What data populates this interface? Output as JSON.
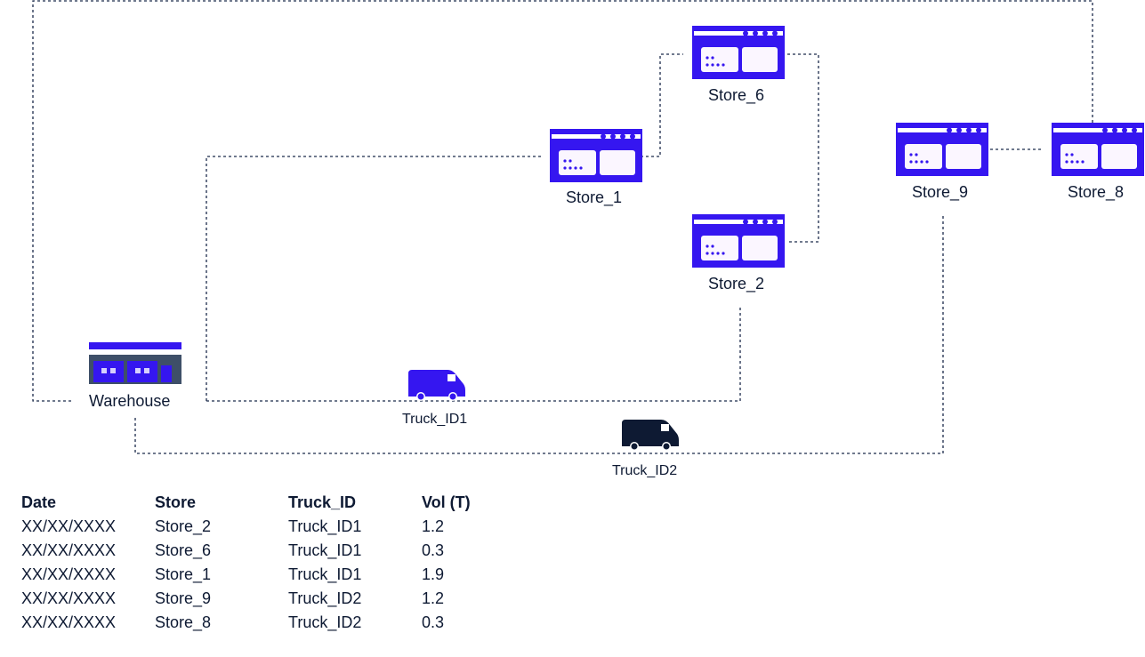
{
  "colors": {
    "store": "#3516f0",
    "warehouse_roof": "#3516f0",
    "warehouse_body": "#3e4f68",
    "truck1": "#3516f0",
    "truck2": "#0e1a33",
    "route": "#1b2a4a"
  },
  "icons": {
    "store": "storefront-icon",
    "warehouse": "warehouse-icon",
    "truck": "truck-icon"
  },
  "nodes": {
    "warehouse": "Warehouse",
    "store_1": "Store_1",
    "store_2": "Store_2",
    "store_6": "Store_6",
    "store_8": "Store_8",
    "store_9": "Store_9"
  },
  "trucks": {
    "truck1": "Truck_ID1",
    "truck2": "Truck_ID2"
  },
  "table": {
    "headers": [
      "Date",
      "Store",
      "Truck_ID",
      "Vol (T)"
    ],
    "rows": [
      [
        "XX/XX/XXXX",
        "Store_2",
        "Truck_ID1",
        "1.2"
      ],
      [
        "XX/XX/XXXX",
        "Store_6",
        "Truck_ID1",
        "0.3"
      ],
      [
        "XX/XX/XXXX",
        "Store_1",
        "Truck_ID1",
        "1.9"
      ],
      [
        "XX/XX/XXXX",
        "Store_9",
        "Truck_ID2",
        "1.2"
      ],
      [
        "XX/XX/XXXX",
        "Store_8",
        "Truck_ID2",
        "0.3"
      ]
    ]
  }
}
